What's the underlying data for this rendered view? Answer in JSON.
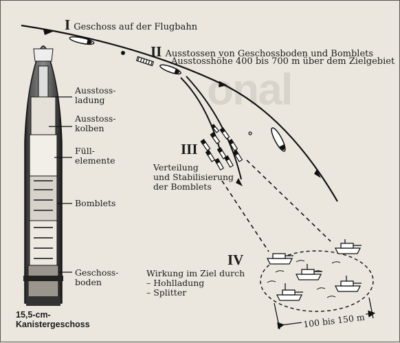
{
  "stages": [
    {
      "roman": "I",
      "text": "Geschoss auf der Flugbahn"
    },
    {
      "roman": "II",
      "text": "Ausstossen von Geschossboden und Bomblets",
      "text2": "Ausstosshöhe 400 bis 700 m über dem Zielgebiet"
    },
    {
      "roman": "III",
      "lines": [
        "Verteilung",
        "und Stabilisierung",
        "der Bomblets"
      ]
    },
    {
      "roman": "IV",
      "lines": [
        "Wirkung im Ziel durch",
        "– Hohlladung",
        "– Splitter"
      ]
    }
  ],
  "parts": [
    {
      "lines": [
        "Ausstoss-",
        "ladung"
      ]
    },
    {
      "lines": [
        "Ausstoss-",
        "kolben"
      ]
    },
    {
      "lines": [
        "Füll-",
        "elemente"
      ]
    },
    {
      "lines": [
        "Bomblets"
      ]
    },
    {
      "lines": [
        "Geschoss-",
        "boden"
      ]
    }
  ],
  "caption": {
    "line1": "15,5-cm-",
    "line2": "Kanistergeschoss"
  },
  "dimension": "100 bis 150 m"
}
